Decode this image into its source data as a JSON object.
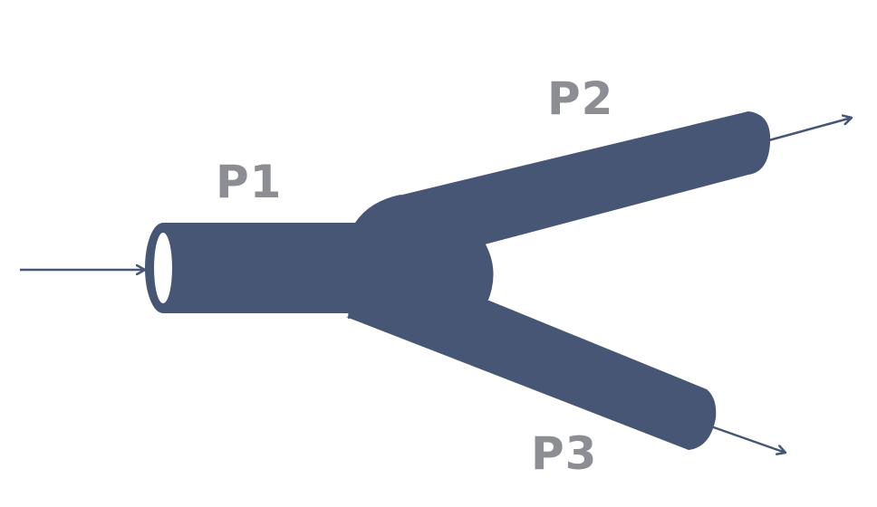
{
  "labels": {
    "p1": "P1",
    "p2": "P2",
    "p3": "P3"
  },
  "colors": {
    "pipe": "#465674",
    "label": "#8c8e93",
    "opening": "#ffffff",
    "arrow": "#465674"
  }
}
